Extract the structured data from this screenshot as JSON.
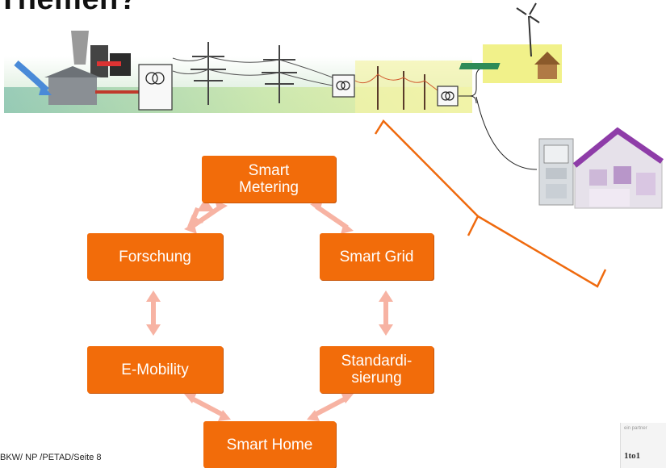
{
  "page": {
    "title": "Themen?"
  },
  "diagram": {
    "boxes": {
      "smart_metering": "Smart\nMetering",
      "forschung": "Forschung",
      "smart_grid": "Smart Grid",
      "e_mobility": "E-Mobility",
      "standardisierung": "Standardi-\nsierung",
      "smart_home": "Smart Home"
    },
    "colors": {
      "box": "#f26c0a",
      "arrow": "#f7b3a3",
      "bracket": "#ef6a0e"
    }
  },
  "footer": {
    "text": "BKW/ NP /PETAD/Seite 8"
  },
  "logo": {
    "tagline": "ein partner",
    "name": "1to1"
  }
}
